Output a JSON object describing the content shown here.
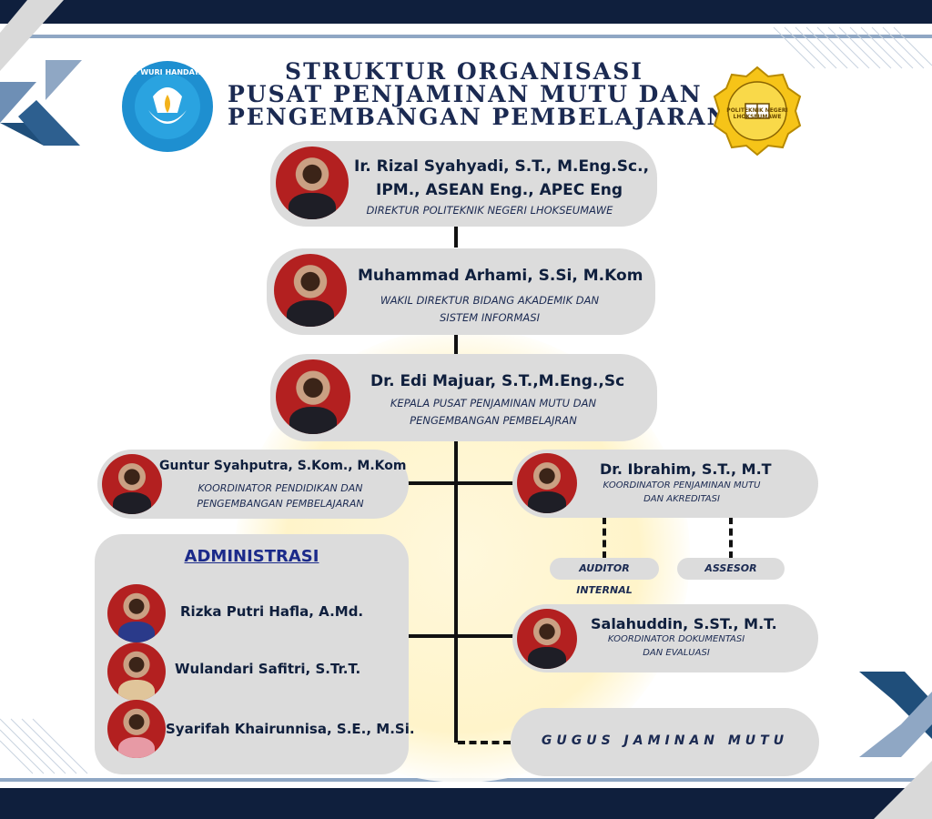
{
  "header": {
    "title_lines": [
      "STRUKTUR ORGANISASI",
      "PUSAT PENJAMINAN MUTU DAN",
      "PENGEMBANGAN PEMBELAJARAN"
    ],
    "left_logo_text": "TUT WURI HANDAYANI",
    "right_logo_text": "POLITEKNIK NEGERI LHOKSEUMAWE"
  },
  "director": {
    "name_line1": "Ir. Rizal Syahyadi, S.T., M.Eng.Sc.,",
    "name_line2": "IPM., ASEAN Eng., APEC Eng",
    "role": "DIREKTUR POLITEKNIK NEGERI LHOKSEUMAWE"
  },
  "vice_director": {
    "name": "Muhammad Arhami, S.Si, M.Kom",
    "role_line1": "WAKIL DIREKTUR BIDANG AKADEMIK DAN",
    "role_line2": "SISTEM INFORMASI"
  },
  "head": {
    "name": "Dr. Edi Majuar, S.T.,M.Eng.,Sc",
    "role_line1": "KEPALA PUSAT PENJAMINAN MUTU DAN",
    "role_line2": "PENGEMBANGAN PEMBELAJRAN"
  },
  "coord_education": {
    "name": "Guntur Syahputra, S.Kom., M.Kom",
    "role_line1": "KOORDINATOR PENDIDIKAN DAN",
    "role_line2": "PENGEMBANGAN PEMBELAJARAN"
  },
  "coord_quality": {
    "name": "Dr. Ibrahim, S.T., M.T",
    "role_line1": "KOORDINATOR PENJAMINAN MUTU",
    "role_line2": "DAN AKREDITASI"
  },
  "sub_units": {
    "auditor": "AUDITOR INTERNAL",
    "assessor": "ASSESOR"
  },
  "coord_docs": {
    "name": "Salahuddin, S.ST., M.T.",
    "role_line1": "KOORDINATOR DOKUMENTASI",
    "role_line2": "DAN EVALUASI"
  },
  "administration": {
    "heading": "ADMINISTRASI",
    "members": [
      "Rizka Putri Hafla, A.Md.",
      "Wulandari Safitri, S.Tr.T.",
      "Syarifah Khairunnisa, S.E., M.Si."
    ]
  },
  "gugus": {
    "label": "GUGUS JAMINAN MUTU"
  }
}
